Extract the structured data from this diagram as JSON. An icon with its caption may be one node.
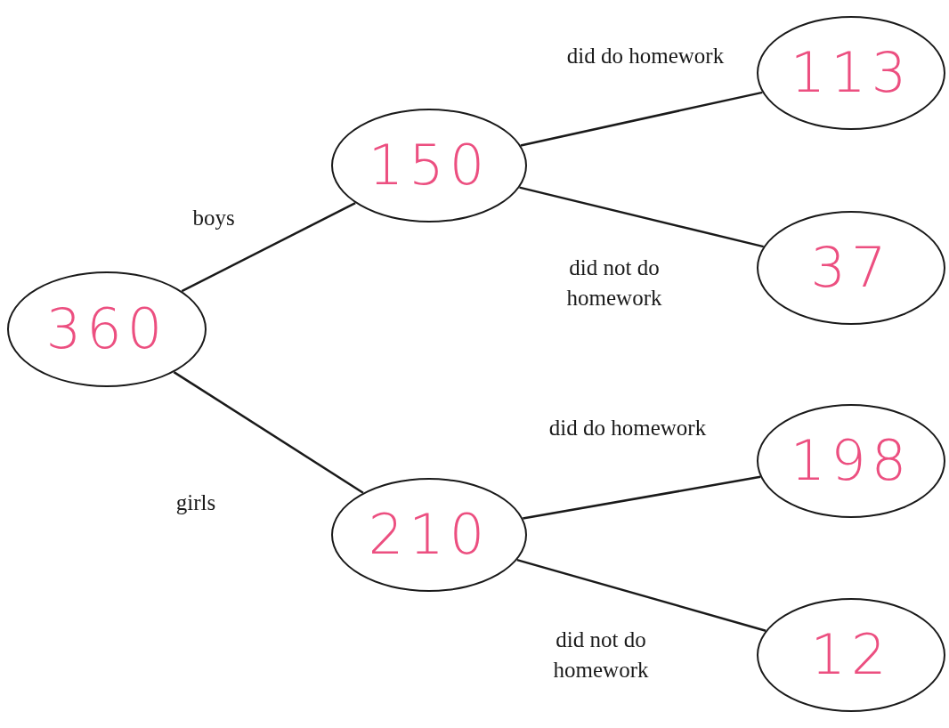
{
  "diagram": {
    "nodes": [
      {
        "text": [
          "360"
        ]
      },
      {
        "text": [
          "150"
        ]
      },
      {
        "text": [
          "113"
        ]
      },
      {
        "text": [
          "37"
        ]
      },
      {
        "text": [
          "210"
        ]
      },
      {
        "text": [
          "198"
        ]
      },
      {
        "text": [
          "12"
        ]
      }
    ],
    "edges": [
      {
        "from": 0,
        "to": 1,
        "arrow": "none",
        "label": "boys"
      },
      {
        "from": 1,
        "to": 2,
        "arrow": "none",
        "label": "did do homework"
      },
      {
        "from": 1,
        "to": 3,
        "arrow": "none",
        "label": "did not do homework"
      },
      {
        "from": 0,
        "to": 4,
        "arrow": "none",
        "label": "girls"
      },
      {
        "from": 4,
        "to": 5,
        "arrow": "none",
        "label": "did do homework"
      },
      {
        "from": 4,
        "to": 6,
        "arrow": "none",
        "label": "did not do homework"
      }
    ]
  }
}
